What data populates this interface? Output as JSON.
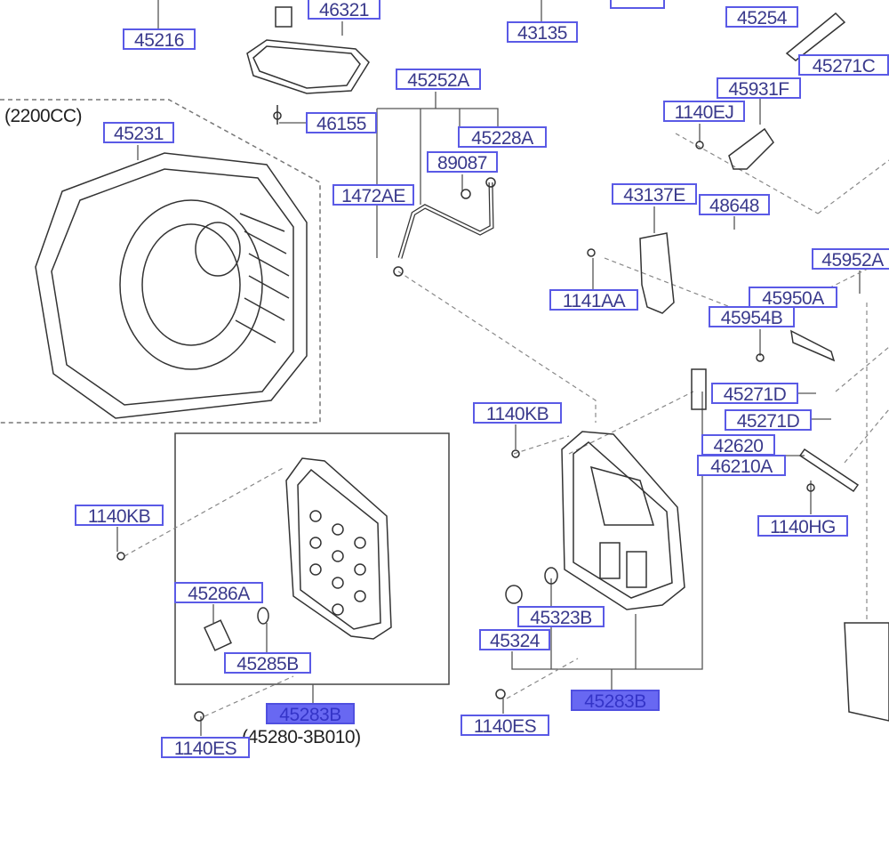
{
  "notes": {
    "engine": "(2200CC)",
    "assembly_code": "(45280-3B010)"
  },
  "labels": {
    "p45216": "45216",
    "p46321": "46321",
    "p43135": "43135",
    "p45254": "45254",
    "p45271C": "45271C",
    "p45252A": "45252A",
    "p45931F": "45931F",
    "p1140EJ": "1140EJ",
    "p46155": "46155",
    "p45231": "45231",
    "p45228A": "45228A",
    "p89087": "89087",
    "p1472AE": "1472AE",
    "p43137E": "43137E",
    "p48648": "48648",
    "p45952A": "45952A",
    "p1141AA": "1141AA",
    "p45950A": "45950A",
    "p45954B": "45954B",
    "p1140KB_r": "1140KB",
    "p45271D_1": "45271D",
    "p45271D_2": "45271D",
    "p42620": "42620",
    "p46210A": "46210A",
    "p1140KB_l": "1140KB",
    "p1140HG": "1140HG",
    "p45286A": "45286A",
    "p45323B": "45323B",
    "p45324": "45324",
    "p45285B": "45285B",
    "p45283B_l": "45283B",
    "p45283B_r": "45283B",
    "p1140ES_r": "1140ES",
    "p1140ES_l": "1140ES"
  },
  "colors": {
    "label_border": "#5a5ae6",
    "label_text": "#3a3a8c",
    "highlight": "#6868f2"
  }
}
